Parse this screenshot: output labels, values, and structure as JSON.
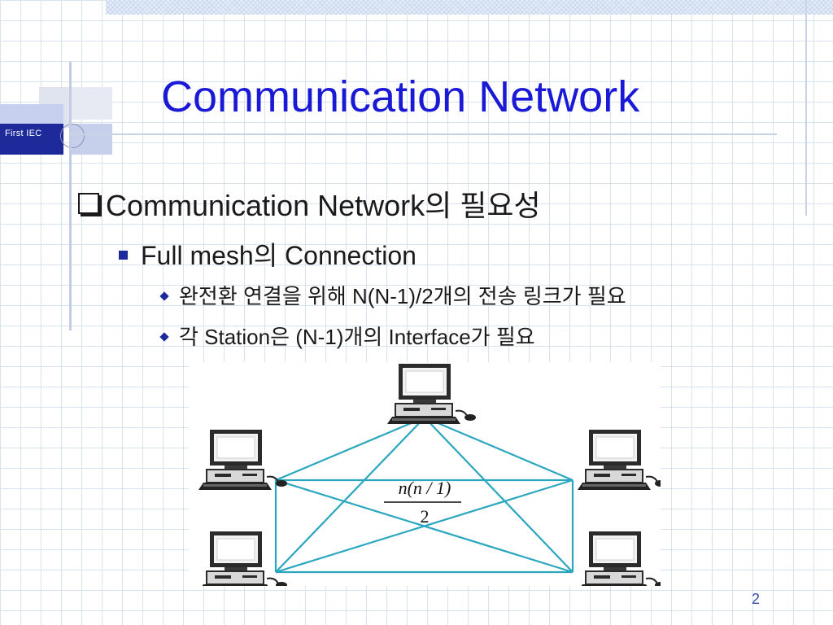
{
  "slide": {
    "badge": "First  IEC",
    "title": "Communication Network",
    "bullet_l1": "Communication Network의 필요성",
    "bullet_l2": "Full mesh의 Connection",
    "bullet_l3": [
      "완전환 연결을 위해 N(N-1)/2개의 전송 링크가 필요",
      "각 Station은 (N-1)개의 Interface가 필요"
    ],
    "formula": {
      "numerator": "n(n  / 1)",
      "denominator": "2"
    },
    "page_number": "2"
  },
  "colors": {
    "title": "#1a1ad6",
    "bullet_marker": "#1f2a9a",
    "link_line": "#2aa7bf",
    "page_number": "#3a4fa8"
  }
}
